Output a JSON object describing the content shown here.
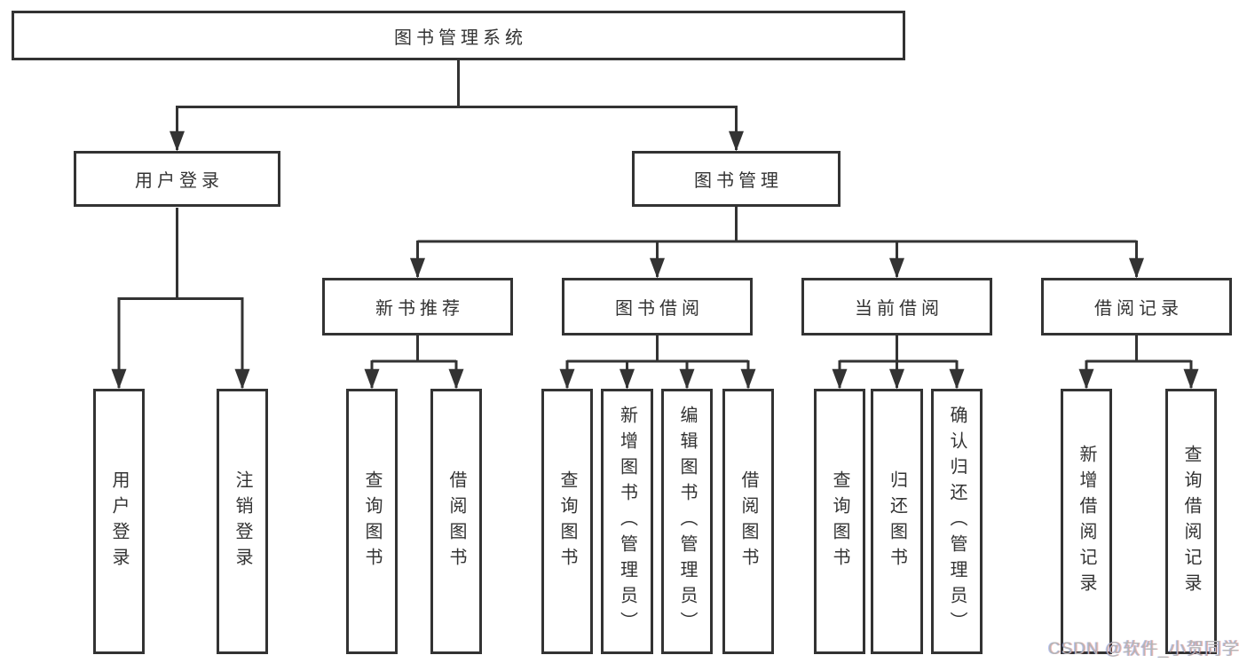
{
  "diagram_title": "图书管理系统",
  "watermark": "CSDN @软件_小贺同学",
  "colors": {
    "line": "#333333",
    "box_border": "#333333",
    "box_fill": "#ffffff",
    "text": "#333333",
    "watermark": "#b5b5b5"
  },
  "root": {
    "label": "图书管理系统"
  },
  "level2": [
    {
      "label": "用户登录"
    },
    {
      "label": "图书管理"
    }
  ],
  "level3": [
    {
      "label": "新书推荐",
      "parent": "图书管理"
    },
    {
      "label": "图书借阅",
      "parent": "图书管理"
    },
    {
      "label": "当前借阅",
      "parent": "图书管理"
    },
    {
      "label": "借阅记录",
      "parent": "图书管理"
    }
  ],
  "leaves": [
    {
      "label": "用户登录",
      "parent": "用户登录"
    },
    {
      "label": "注销登录",
      "parent": "用户登录"
    },
    {
      "label": "查询图书",
      "parent": "新书推荐"
    },
    {
      "label": "借阅图书",
      "parent": "新书推荐"
    },
    {
      "label": "查询图书",
      "parent": "图书借阅"
    },
    {
      "label": "新增图书（管理员）",
      "parent": "图书借阅"
    },
    {
      "label": "编辑图书（管理员）",
      "parent": "图书借阅"
    },
    {
      "label": "借阅图书",
      "parent": "图书借阅"
    },
    {
      "label": "查询图书",
      "parent": "当前借阅"
    },
    {
      "label": "归还图书",
      "parent": "当前借阅"
    },
    {
      "label": "确认归还（管理员）",
      "parent": "当前借阅"
    },
    {
      "label": "新增借阅记录",
      "parent": "借阅记录"
    },
    {
      "label": "查询借阅记录",
      "parent": "借阅记录"
    }
  ]
}
